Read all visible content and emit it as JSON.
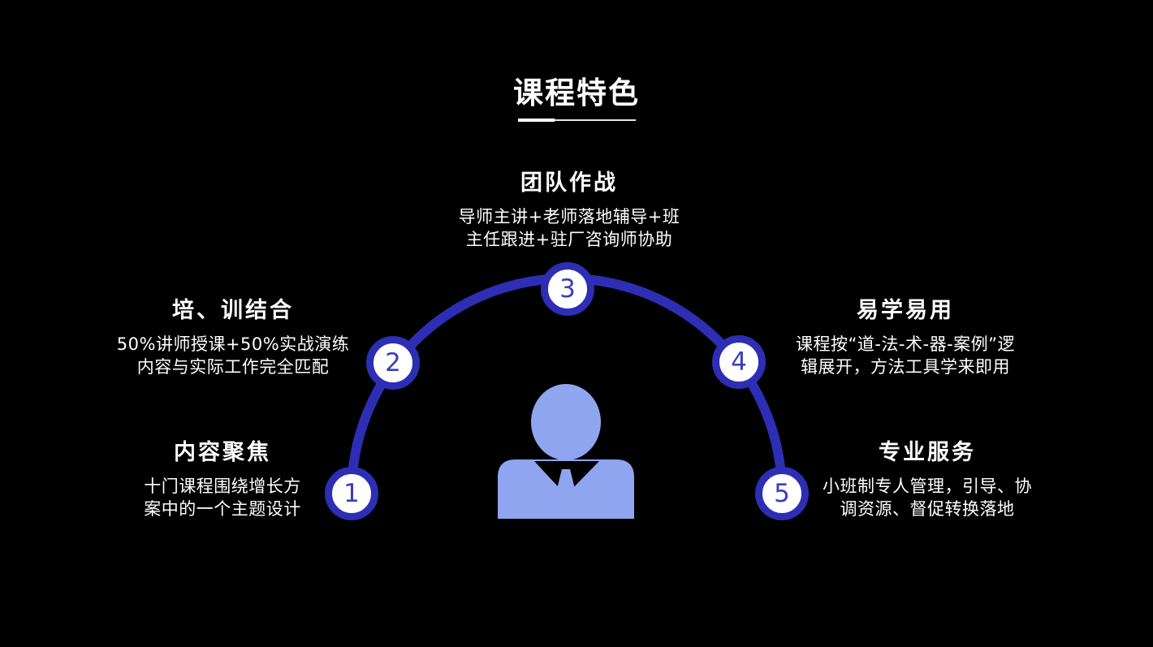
{
  "title": "课程特色",
  "features": [
    {
      "num": "1",
      "heading": "内容聚焦",
      "desc_line1": "十门课程围绕增长方",
      "desc_line2": "案中的一个主题设计"
    },
    {
      "num": "2",
      "heading": "培、训结合",
      "desc_line1": "50%讲师授课+50%实战演练",
      "desc_line2": "内容与实际工作完全匹配"
    },
    {
      "num": "3",
      "heading": "团队作战",
      "desc_line1": "导师主讲+老师落地辅导+班",
      "desc_line2": "主任跟进+驻厂咨询师协助"
    },
    {
      "num": "4",
      "heading": "易学易用",
      "desc_line1": "课程按“道-法-术-器-案例”逻",
      "desc_line2": "辑展开，方法工具学来即用"
    },
    {
      "num": "5",
      "heading": "专业服务",
      "desc_line1": "小班制专人管理，引导、协",
      "desc_line2": "调资源、督促转换落地"
    }
  ],
  "icons": {
    "center": "person-icon"
  },
  "colors": {
    "background": "#000000",
    "text": "#ffffff",
    "arc_blue": "#2d2eb3",
    "number_blue": "#3a3ebc",
    "circle_fill": "#ffffff",
    "person_blue": "#8fa5ef"
  }
}
